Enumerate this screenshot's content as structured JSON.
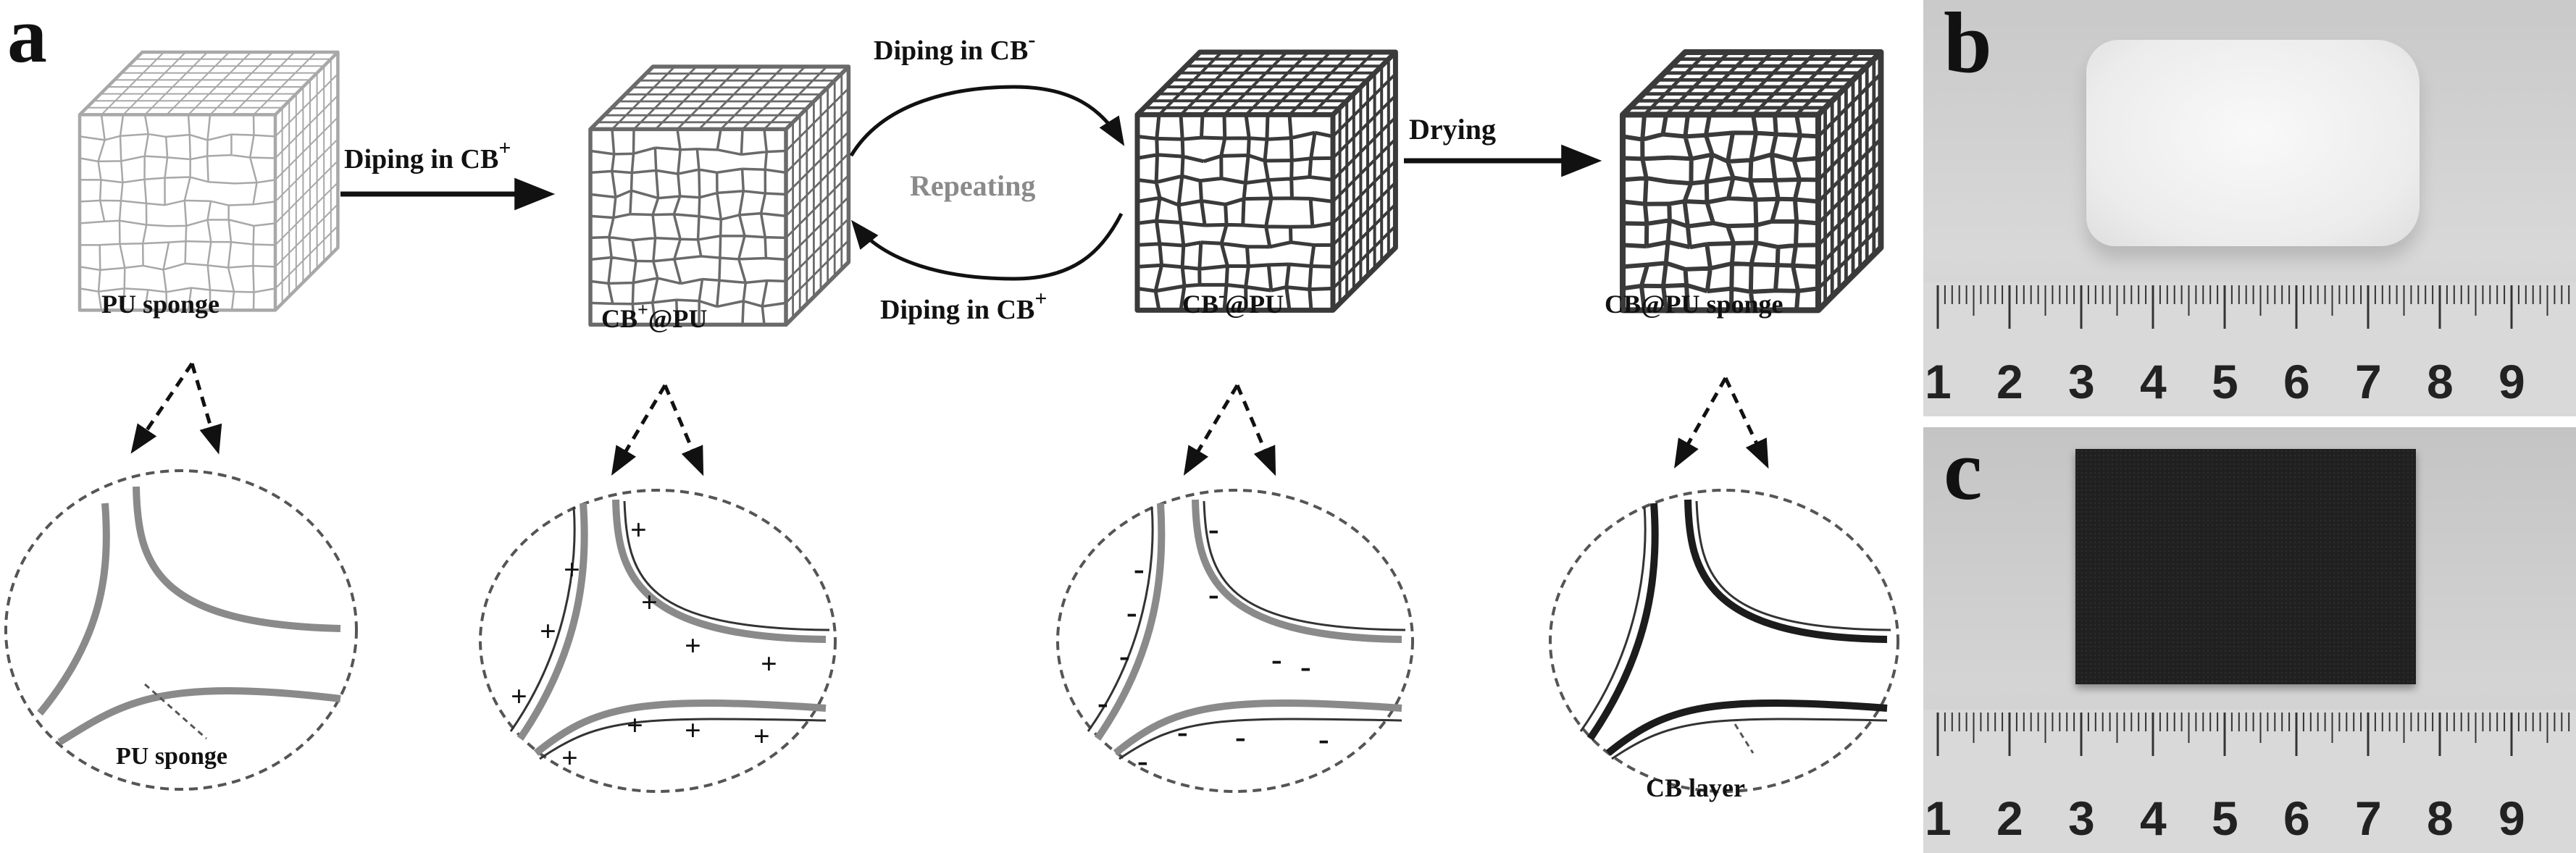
{
  "panel_a": {
    "label": "a",
    "stages": [
      {
        "name": "PU sponge"
      },
      {
        "name": "CB",
        "sup": "+",
        "rest": "@PU"
      },
      {
        "name": "CB",
        "sup": "-",
        "rest": "@PU"
      },
      {
        "name": "CB@PU sponge"
      }
    ],
    "arrow1": {
      "text": "Diping in CB",
      "sup": "+"
    },
    "cycle_top": {
      "text": "Diping in CB",
      "sup": "-"
    },
    "cycle_middle": "Repeating",
    "cycle_bottom": {
      "text": "Diping in CB",
      "sup": "+"
    },
    "arrow_drying": "Drying",
    "zoom_label_1": "PU sponge",
    "zoom_label_4": "CB layer",
    "plus_sign": "+",
    "minus_sign": "-"
  },
  "panel_b": {
    "label": "b",
    "ruler_numbers": [
      "1",
      "2",
      "3",
      "4",
      "5",
      "6",
      "7",
      "8",
      "9"
    ],
    "sample": "white-sponge-block"
  },
  "panel_c": {
    "label": "c",
    "ruler_numbers": [
      "1",
      "2",
      "3",
      "4",
      "5",
      "6",
      "7",
      "8",
      "9"
    ],
    "sample": "black-sponge-block"
  },
  "colors": {
    "pu_strand": "#8a8a8a",
    "cb_strand": "#1c1c1c",
    "cube_pu": "#a8a8a8",
    "cube_cb": "#3a3a3a"
  }
}
